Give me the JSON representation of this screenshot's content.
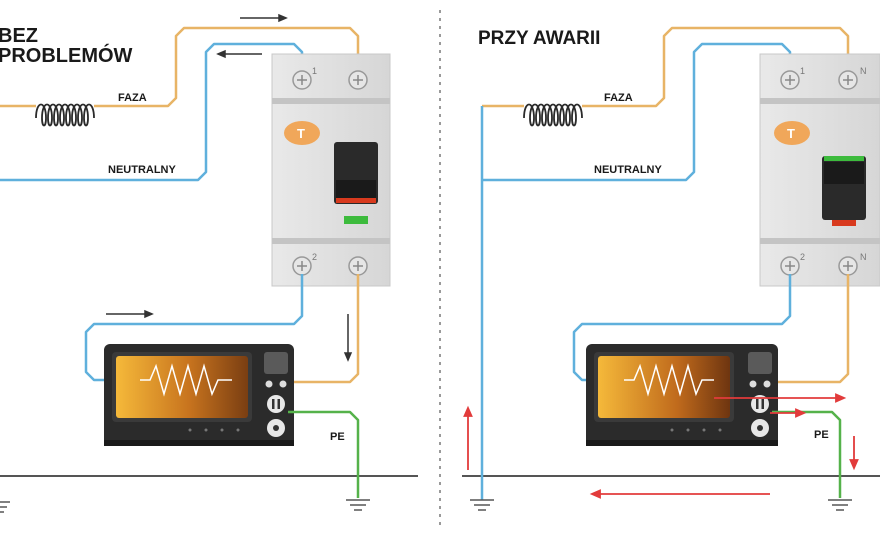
{
  "left_panel": {
    "title_line1": "BEZ",
    "title_line2": "PROBLEMÓW",
    "label_phase": "FAZA",
    "label_neutral": "NEUTRALNY",
    "label_pe": "PE",
    "terminal_top_left": "1",
    "terminal_bottom_left": "2",
    "breaker_button": "T"
  },
  "right_panel": {
    "title": "PRZY AWARII",
    "label_phase": "FAZA",
    "label_neutral": "NEUTRALNY",
    "label_pe": "PE",
    "terminal_top_left": "1",
    "terminal_top_right": "N",
    "terminal_bottom_left": "2",
    "terminal_bottom_right": "N",
    "breaker_button": "T"
  },
  "colors": {
    "phase_wire": "#e8b466",
    "neutral_wire": "#5fb0dc",
    "pe_wire": "#55b24a",
    "fault_arrow": "#e23b3b",
    "flow_arrow": "#333333"
  }
}
